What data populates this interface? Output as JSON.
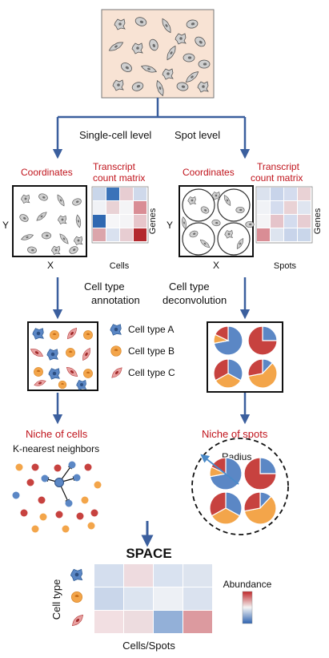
{
  "levels": {
    "single_cell": "Single-cell level",
    "spot": "Spot level"
  },
  "left_panel": {
    "coordinates": "Coordinates",
    "matrix_line1": "Transcript",
    "matrix_line2": "count matrix",
    "axis_y": "Y",
    "axis_x": "X",
    "genes": "Genes",
    "cells": "Cells"
  },
  "right_panel": {
    "coordinates": "Coordinates",
    "matrix_line1": "Transcript",
    "matrix_line2": "count matrix",
    "axis_y": "Y",
    "axis_x": "X",
    "genes": "Genes",
    "spots": "Spots"
  },
  "steps": {
    "annotation_line1": "Cell type",
    "annotation_line2": "annotation",
    "deconv_line1": "Cell type",
    "deconv_line2": "deconvolution"
  },
  "legend": {
    "type_a": "Cell type A",
    "type_b": "Cell type B",
    "type_c": "Cell type C"
  },
  "niche": {
    "cells_title": "Niche of cells",
    "knn": "K-nearest neighbors",
    "spots_title": "Niche of spots",
    "radius": "Radius"
  },
  "space": {
    "title": "SPACE",
    "y_label": "Cell type",
    "x_label": "Cells/Spots",
    "legend_title": "Abundance"
  },
  "colors": {
    "type_a": "#5b87c5",
    "type_b": "#f3a54a",
    "type_c": "#c7423f",
    "arrow": "#3b5f9e",
    "accent_red": "#c0141c"
  }
}
